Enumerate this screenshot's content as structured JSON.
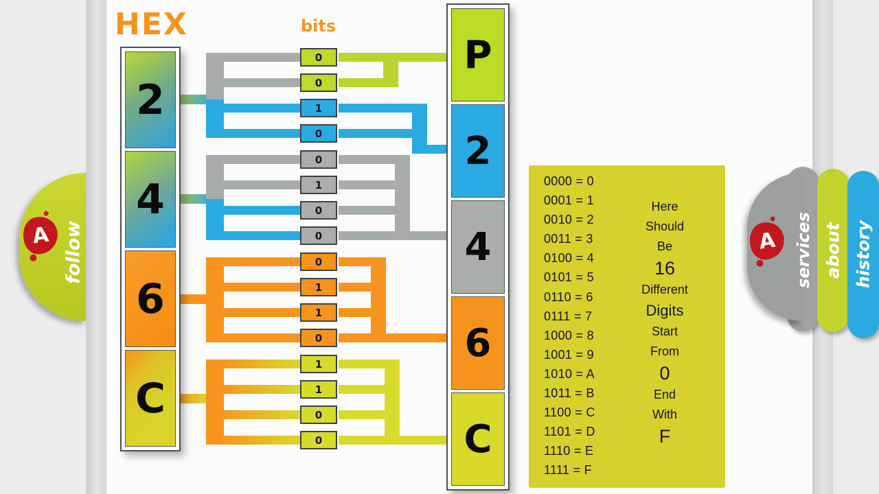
{
  "page": {
    "title_hex": "HEX",
    "bits_label": "bits"
  },
  "hex_column": {
    "digits": [
      "2",
      "4",
      "6",
      "C"
    ]
  },
  "dtc_column": {
    "digits": [
      "P",
      "2",
      "4",
      "6",
      "C"
    ]
  },
  "bits": [
    "0",
    "0",
    "1",
    "0",
    "0",
    "1",
    "0",
    "0",
    "0",
    "1",
    "1",
    "0",
    "1",
    "1",
    "0",
    "0"
  ],
  "conversion_table": {
    "rows": [
      "0000 = 0",
      "0001 = 1",
      "0010 = 2",
      "0011 = 3",
      "0100 = 4",
      "0101 = 5",
      "0110 = 6",
      "0111 = 7",
      "1000 = 8",
      "1001 = 9",
      "1010 = A",
      "1011 = B",
      "1100 = C",
      "1101 = D",
      "1110 = E",
      "1111 = F"
    ]
  },
  "note": {
    "lines": [
      "Here",
      "Should",
      "Be",
      "16",
      "Different",
      "Digits",
      "Start",
      "From",
      "0",
      "End",
      "With",
      "F"
    ]
  },
  "left_ribbon": {
    "logo": "A",
    "label": "follow"
  },
  "right_ribbon": {
    "logo": "A",
    "labels": [
      "services",
      "about",
      "history"
    ]
  },
  "colors": {
    "accent_orange": "#f7941d",
    "lime": "#c0d829",
    "blue": "#29abe2",
    "gray": "#a9aeab",
    "yellow": "#d8da2b",
    "panel_yellow": "#d6d12d",
    "logo_red": "#c4171c"
  }
}
